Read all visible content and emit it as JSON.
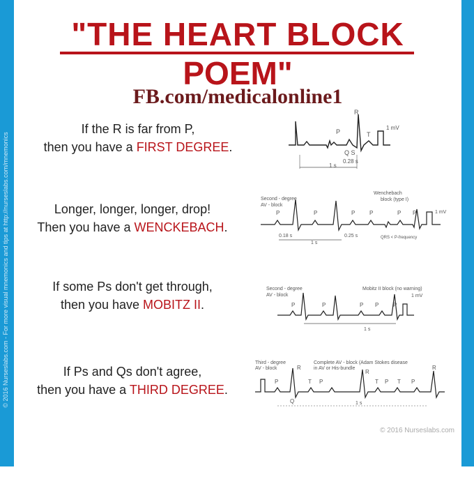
{
  "title": {
    "line1": "\"THE HEART BLOCK",
    "line2": "POEM\""
  },
  "facebook": "FB.com/medicalonline1",
  "side_text": "© 2016 Nurseslabs.com - For more visual mnemonics and tips at http://nurseslabs.com/mnemonics",
  "copyright": "© 2016 Nurseslabs.com",
  "colors": {
    "accent": "#b8141a",
    "side_bar": "#1a9ad6"
  },
  "verses": [
    {
      "line1": "If the R is far from P,",
      "line2_prefix": "then you have a ",
      "highlight": "FIRST DEGREE",
      "suffix": ".",
      "ecg": {
        "labels": [
          "R",
          "P",
          "T",
          "Q S",
          "0.28 s",
          "1 s",
          "1 mV"
        ]
      }
    },
    {
      "line1": "Longer, longer, longer, drop!",
      "line2_prefix": "Then you have a ",
      "highlight": "WENCKEBACH",
      "suffix": ".",
      "ecg": {
        "labels": [
          "Second - degree",
          "AV - block",
          "Wenchebach",
          "block (type I)",
          "P",
          "P",
          "P",
          "P",
          "P",
          "P",
          "1 mV",
          "0.18 s",
          "0.25 s",
          "1 s",
          "QRS < P-frequency"
        ]
      }
    },
    {
      "line1": "If some Ps don't get through,",
      "line2_prefix": "then you have ",
      "highlight": "MOBITZ II",
      "suffix": ".",
      "ecg": {
        "labels": [
          "Second - degree",
          "AV - block",
          "Mobitz II block (no warning)",
          "1 mV",
          "P",
          "P",
          "P",
          "P",
          "P",
          "1 s"
        ]
      }
    },
    {
      "line1": "If Ps and Qs don't agree,",
      "line2_prefix": "then you have a ",
      "highlight": "THIRD DEGREE",
      "suffix": ".",
      "ecg": {
        "labels": [
          "Third - degree",
          "AV - block",
          "Complete AV - block (Adam Stokes disease",
          "in AV or His-bundle",
          "R",
          "R",
          "R",
          "P",
          "T",
          "P",
          "T",
          "P",
          "T",
          "P",
          "Q",
          "1 s"
        ]
      }
    }
  ]
}
